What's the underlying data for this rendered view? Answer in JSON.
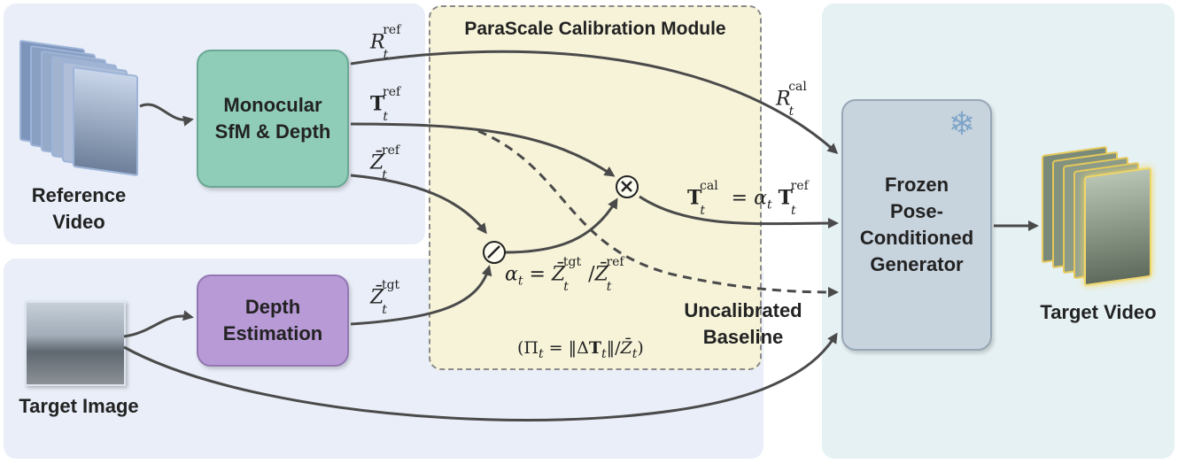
{
  "module": {
    "title": "ParaScale Calibration Module"
  },
  "inputs": {
    "reference_video": "Reference Video",
    "target_image": "Target Image"
  },
  "outputs": {
    "target_video": "Target Video"
  },
  "boxes": {
    "monocular": "Monocular SfM & Depth",
    "depth_estimation": "Depth Estimation",
    "generator": "Frozen Pose-Conditioned Generator"
  },
  "notes": {
    "uncalibrated": "Uncalibrated Baseline"
  },
  "symbols": {
    "multiply": "⊗",
    "divide": "⊘",
    "frozen": "snowflake-icon"
  },
  "colors": {
    "left_panel": "#e9eef8",
    "module_panel": "#f6f3d9",
    "right_panel": "#e6f1f3",
    "monocular_box": "#8fcdb9",
    "depth_box": "#b89ad6",
    "generator_box": "#c7d3dd"
  }
}
